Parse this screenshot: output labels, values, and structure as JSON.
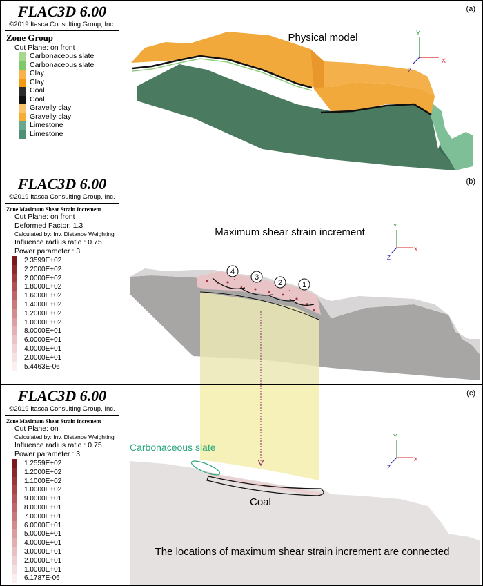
{
  "panel_a": {
    "software_title": "FLAC3D 6.00",
    "copyright": "©2019 Itasca Consulting Group, Inc.",
    "legend_heading": "Zone Group",
    "cut_plane": "Cut Plane: on front",
    "groups": [
      {
        "label": "Carbonaceous slate",
        "color": "#a8d890"
      },
      {
        "label": "Carbonaceous slate",
        "color": "#7ccb68"
      },
      {
        "label": "Clay",
        "color": "#f7b24b"
      },
      {
        "label": "Clay",
        "color": "#f39a12"
      },
      {
        "label": "Coal",
        "color": "#2b2b2b"
      },
      {
        "label": "Coal",
        "color": "#111111"
      },
      {
        "label": "Gravelly clay",
        "color": "#f8c36b"
      },
      {
        "label": "Gravelly clay",
        "color": "#f5ad34"
      },
      {
        "label": "Limestone",
        "color": "#6aa88e"
      },
      {
        "label": "Limestone",
        "color": "#4f8f74"
      }
    ],
    "caption": "Physical model",
    "panel_letter": "(a)"
  },
  "panel_b": {
    "software_title": "FLAC3D 6.00",
    "copyright": "©2019 Itasca Consulting Group, Inc.",
    "legend_heading": "Zone Maximum Shear Strain Increment",
    "cut_plane": "Cut Plane: on front",
    "deformed_factor": "Deformed Factor: 1.3",
    "calculated_by": "Calculated by: Inv. Distance Weighting",
    "influence_radius": "Influence radius ratio : 0.75",
    "power_parameter": "Power parameter       : 3",
    "scale": [
      {
        "label": "2.3599E+02",
        "color": "#7a1a1e"
      },
      {
        "label": "2.2000E+02",
        "color": "#8e2a2e"
      },
      {
        "label": "2.0000E+02",
        "color": "#a03c40"
      },
      {
        "label": "1.8000E+02",
        "color": "#b05055"
      },
      {
        "label": "1.6000E+02",
        "color": "#bd6468"
      },
      {
        "label": "1.4000E+02",
        "color": "#c9787c"
      },
      {
        "label": "1.2000E+02",
        "color": "#d38c90"
      },
      {
        "label": "1.0000E+02",
        "color": "#dca0a4"
      },
      {
        "label": "8.0000E+01",
        "color": "#e4b2b5"
      },
      {
        "label": "6.0000E+01",
        "color": "#ebc3c6"
      },
      {
        "label": "4.0000E+01",
        "color": "#f1d3d5"
      },
      {
        "label": "2.0000E+01",
        "color": "#f6e2e3"
      },
      {
        "label": "5.4463E-06",
        "color": "#fbf0f0"
      }
    ],
    "caption": "Maximum shear strain  increment",
    "panel_letter": "(b)",
    "markers": [
      "4",
      "3",
      "2",
      "1"
    ]
  },
  "panel_c": {
    "software_title": "FLAC3D 6.00",
    "copyright": "©2019 Itasca Consulting Group, Inc.",
    "legend_heading": "Zone Maximum Shear Strain Increment",
    "cut_plane": "Cut Plane: on",
    "calculated_by": "Calculated by: Inv. Distance Weighting",
    "influence_radius": "Influence radius ratio : 0.75",
    "power_parameter": "Power parameter       : 3",
    "scale": [
      {
        "label": "1.2559E+02",
        "color": "#7a1a1e"
      },
      {
        "label": "1.2000E+02",
        "color": "#8a282c"
      },
      {
        "label": "1.1000E+02",
        "color": "#99363a"
      },
      {
        "label": "1.0000E+02",
        "color": "#a74649"
      },
      {
        "label": "9.0000E+01",
        "color": "#b3575a"
      },
      {
        "label": "8.0000E+01",
        "color": "#be686b"
      },
      {
        "label": "7.0000E+01",
        "color": "#c8797c"
      },
      {
        "label": "6.0000E+01",
        "color": "#d18b8e"
      },
      {
        "label": "5.0000E+01",
        "color": "#da9da0"
      },
      {
        "label": "4.0000E+01",
        "color": "#e2afb1"
      },
      {
        "label": "3.0000E+01",
        "color": "#e9c0c2"
      },
      {
        "label": "2.0000E+01",
        "color": "#efd0d2"
      },
      {
        "label": "1.0000E+01",
        "color": "#f5e0e1"
      },
      {
        "label": "6.1787E-06",
        "color": "#faeeee"
      }
    ],
    "label_slate": "Carbonaceous slate",
    "label_coal": "Coal",
    "caption": "The locations of maximum shear strain  increment are connected",
    "panel_letter": "(c)"
  },
  "axes": {
    "x": "X",
    "y": "Y",
    "z": "Z"
  }
}
